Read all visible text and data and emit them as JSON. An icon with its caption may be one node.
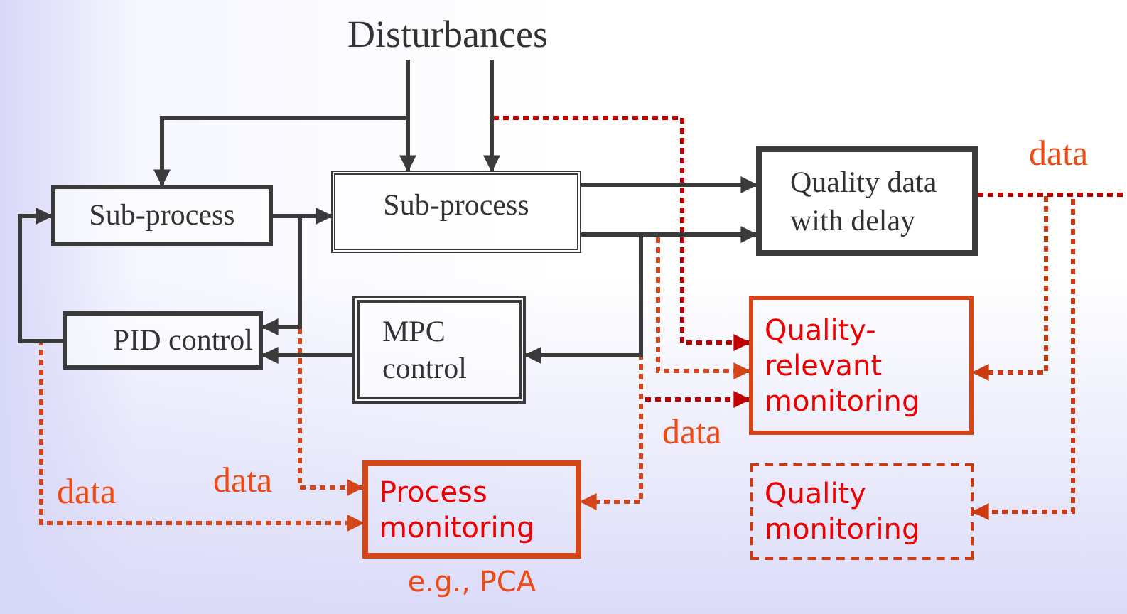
{
  "diagram": {
    "nodes": [
      {
        "text": [
          "Disturbances"
        ]
      },
      {
        "text": [
          "Sub-process"
        ]
      },
      {
        "text": [
          "Sub-process"
        ]
      },
      {
        "text": [
          "Quality data with delay"
        ]
      },
      {
        "text": [
          "PID control"
        ]
      },
      {
        "text": [
          "MPC control"
        ]
      },
      {
        "text": [
          "Quality-relevant monitoring"
        ]
      },
      {
        "text": [
          "Quality monitoring"
        ]
      },
      {
        "text": [
          "Process monitoring"
        ],
        "beside": [
          "e.g., PCA"
        ]
      }
    ],
    "edges": [
      {
        "from": 0,
        "to": 1,
        "arrow": "to"
      },
      {
        "from": 0,
        "to": 2,
        "arrow": "to"
      },
      {
        "from": 0,
        "to": 2,
        "arrow": "to"
      },
      {
        "from": 0,
        "to": 6,
        "arrow": "to",
        "style": "dashed",
        "color": "#c00000"
      },
      {
        "from": 1,
        "to": 2,
        "arrow": "to"
      },
      {
        "from": 1,
        "to": 4,
        "arrow": "to"
      },
      {
        "from": 4,
        "to": 1,
        "arrow": "to"
      },
      {
        "from": 2,
        "to": 3,
        "arrow": "to"
      },
      {
        "from": 2,
        "to": 3,
        "arrow": "to"
      },
      {
        "from": 2,
        "to": 5,
        "arrow": "to"
      },
      {
        "from": 5,
        "to": 4,
        "arrow": "to"
      },
      {
        "from": 2,
        "to": 6,
        "arrow": "to",
        "style": "dashed",
        "color": "#d2461a"
      },
      {
        "from": 2,
        "to": 6,
        "arrow": "to",
        "style": "dashed",
        "color": "#c00000"
      },
      {
        "from": 2,
        "to": 8,
        "label": "data",
        "arrow": "to",
        "style": "dashed",
        "color": "#d2461a"
      },
      {
        "from": 1,
        "to": 8,
        "label": "data",
        "arrow": "to",
        "style": "dashed",
        "color": "#d2461a"
      },
      {
        "from": 4,
        "to": 8,
        "label": "data",
        "arrow": "to",
        "style": "dashed",
        "color": "#d2461a"
      },
      {
        "from": 3,
        "to": 6,
        "arrow": "to",
        "style": "dashed",
        "color": "#cc3a10"
      },
      {
        "from": 3,
        "to": 7,
        "arrow": "to",
        "style": "dashed",
        "color": "#cc3a10"
      },
      {
        "from": 3,
        "to": null,
        "label": "data",
        "arrow": "none",
        "style": "dashed",
        "color": "#c00000"
      }
    ]
  }
}
